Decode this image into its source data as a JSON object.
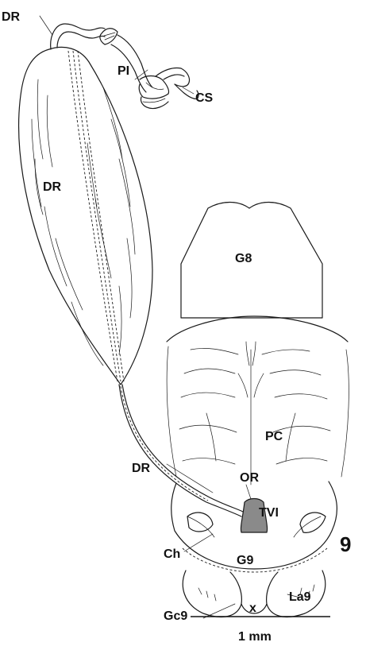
{
  "figure": {
    "figure_number": "9",
    "labels": {
      "dr_top": "DR",
      "pi": "PI",
      "cs": "CS",
      "dr_mid": "DR",
      "g8": "G8",
      "pc": "PC",
      "dr_low": "DR",
      "or": "OR",
      "tvi": "TVI",
      "ch": "Ch",
      "g9": "G9",
      "la9": "La9",
      "gc9": "Gc9",
      "x": "x"
    },
    "scale_bar": {
      "label": "1 mm"
    }
  }
}
